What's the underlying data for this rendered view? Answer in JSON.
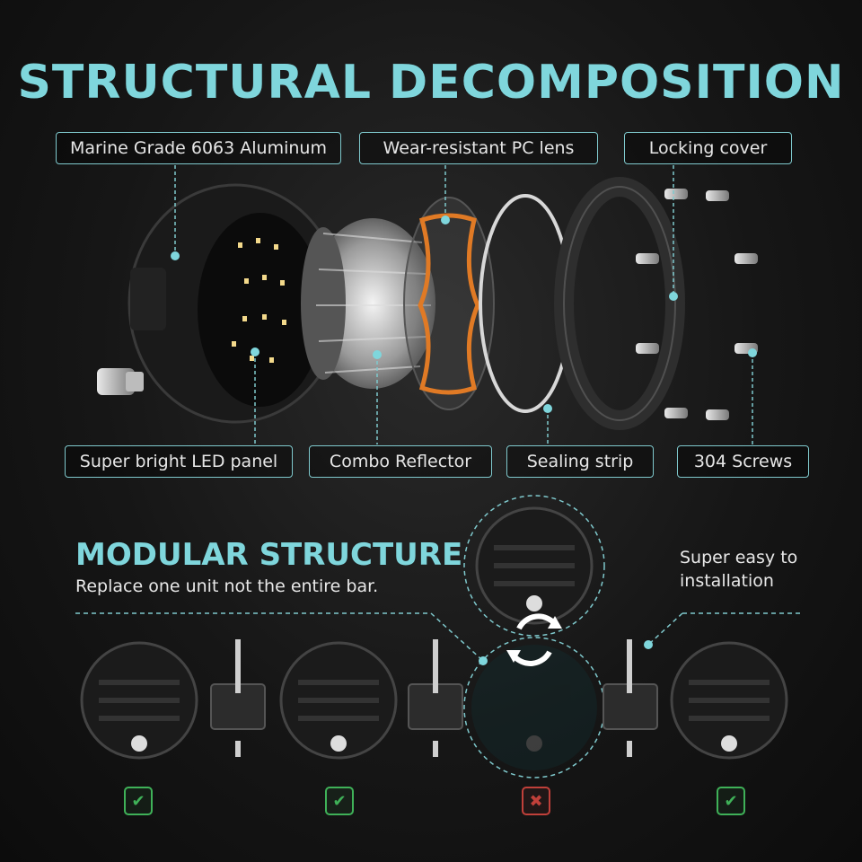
{
  "title": "STRUCTURAL DECOMPOSITION",
  "parts_top": {
    "aluminum": "Marine Grade 6063 Aluminum",
    "lens": "Wear-resistant PC lens",
    "cover": "Locking cover"
  },
  "parts_bottom": {
    "led": "Super bright LED panel",
    "reflector": "Combo Reflector",
    "sealing": "Sealing strip",
    "screws": "304 Screws"
  },
  "modular": {
    "title": "MODULAR STRUCTURE",
    "subtitle": "Replace one unit not the entire bar.",
    "easy": "Super easy to installation"
  },
  "status_marks": {
    "ok": "✔",
    "bad": "✖"
  },
  "colors": {
    "accent": "#7fd6dc",
    "ok": "#3fb158",
    "bad": "#c0403a",
    "lens": "#e07a25"
  }
}
